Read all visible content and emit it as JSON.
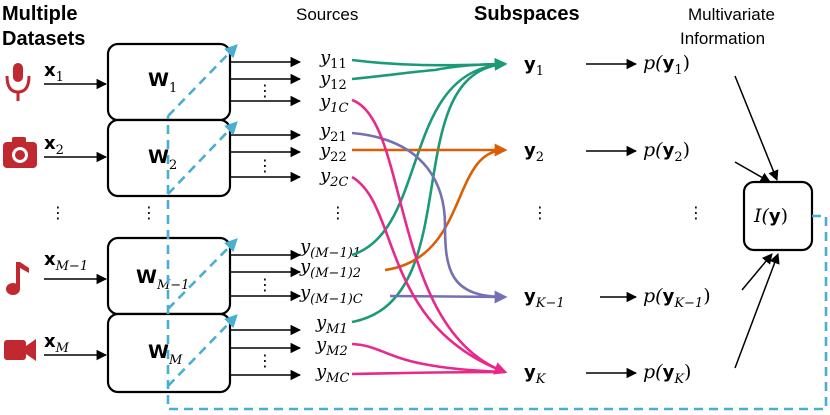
{
  "headers": {
    "datasets": [
      "Multiple",
      "Datasets"
    ],
    "sources": "Sources",
    "subspaces": "Subspaces",
    "multivariate": [
      "Multivariate",
      "Information"
    ]
  },
  "inputs": {
    "x1": {
      "base": "x",
      "sub": "1"
    },
    "x2": {
      "base": "x",
      "sub": "2"
    },
    "xM1": {
      "base": "x",
      "sub": "M−1"
    },
    "xM": {
      "base": "x",
      "sub": "M"
    }
  },
  "boxes": {
    "W1": {
      "base": "W",
      "sub": "1"
    },
    "W2": {
      "base": "W",
      "sub": "2"
    },
    "WM1": {
      "base": "W",
      "sub": "M−1"
    },
    "WM": {
      "base": "W",
      "sub": "M"
    }
  },
  "sources": {
    "y11": {
      "base": "y",
      "sub": "11"
    },
    "y12": {
      "base": "y",
      "sub": "12"
    },
    "y1C": {
      "base": "y",
      "sub": "1C"
    },
    "y21": {
      "base": "y",
      "sub": "21"
    },
    "y22": {
      "base": "y",
      "sub": "22"
    },
    "y2C": {
      "base": "y",
      "sub": "2C"
    },
    "yM11": {
      "base": "y",
      "sub": "(M−1)1"
    },
    "yM12": {
      "base": "y",
      "sub": "(M−1)2"
    },
    "yM1C": {
      "base": "y",
      "sub": "(M−1)C"
    },
    "yM1": {
      "base": "y",
      "sub": "M1"
    },
    "yM2": {
      "base": "y",
      "sub": "M2"
    },
    "yMC": {
      "base": "y",
      "sub": "MC"
    }
  },
  "subspaces": {
    "y1": {
      "base": "y",
      "sub": "1"
    },
    "y2": {
      "base": "y",
      "sub": "2"
    },
    "yK1": {
      "base": "y",
      "sub": "K−1"
    },
    "yK": {
      "base": "y",
      "sub": "K"
    }
  },
  "probs": {
    "p1": {
      "pre": "p(",
      "base": "y",
      "sub": "1",
      "post": ")"
    },
    "p2": {
      "pre": "p(",
      "base": "y",
      "sub": "2",
      "post": ")"
    },
    "pK1": {
      "pre": "p(",
      "base": "y",
      "sub": "K−1",
      "post": ")"
    },
    "pK": {
      "pre": "p(",
      "base": "y",
      "sub": "K",
      "post": ")"
    }
  },
  "info": {
    "pre": "I(",
    "base": "y",
    "post": ")"
  },
  "dots": {
    "v": "⋮",
    "h": "⋯"
  },
  "colors": {
    "green": "#1b9a77",
    "orange": "#d95f02",
    "purple": "#7570b3",
    "pink": "#e7298a",
    "dashed": "#4aaed0",
    "icon": "#c0292f"
  },
  "icons": [
    "microphone-icon",
    "camera-icon",
    "music-note-icon",
    "video-camera-icon"
  ]
}
